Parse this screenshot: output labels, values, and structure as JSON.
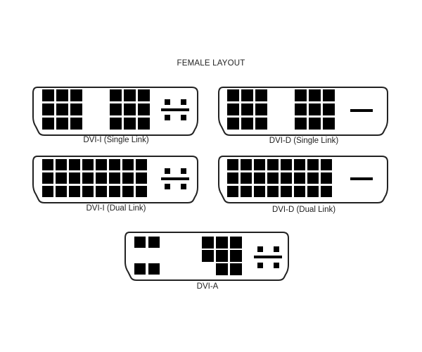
{
  "title": "FEMALE LAYOUT",
  "colors": {
    "pin": "#000000",
    "outline": "#222222",
    "background": "#ffffff",
    "text": "#222222"
  },
  "connectors": [
    {
      "id": "dvi-i-single",
      "label": "DVI-I (Single Link)",
      "digital_blocks": [
        {
          "cols": 3,
          "rows": 3,
          "pins": "full"
        },
        {
          "cols": 3,
          "rows": 3,
          "pins": "full"
        }
      ],
      "analog_section": "4 pins + ground blade (cross)"
    },
    {
      "id": "dvi-d-single",
      "label": "DVI-D (Single Link)",
      "digital_blocks": [
        {
          "cols": 3,
          "rows": 3,
          "pins": "full"
        },
        {
          "cols": 3,
          "rows": 3,
          "pins": "full"
        }
      ],
      "analog_section": "ground blade only (dash)"
    },
    {
      "id": "dvi-i-dual",
      "label": "DVI-I (Dual Link)",
      "digital_blocks": [
        {
          "cols": 8,
          "rows": 3,
          "pins": "full"
        }
      ],
      "analog_section": "4 pins + ground blade (cross)"
    },
    {
      "id": "dvi-d-dual",
      "label": "DVI-D (Dual Link)",
      "digital_blocks": [
        {
          "cols": 8,
          "rows": 3,
          "pins": "full"
        }
      ],
      "analog_section": "ground blade only (dash)"
    },
    {
      "id": "dvi-a",
      "label": "DVI-A",
      "digital_blocks": [
        {
          "cols": 2,
          "rows": 3,
          "pins": "top and bottom rows only"
        },
        {
          "cols": 3,
          "rows": 3,
          "pins": "8 of 9 (bottom-left missing)"
        }
      ],
      "analog_section": "4 pins + ground blade (cross)"
    }
  ]
}
